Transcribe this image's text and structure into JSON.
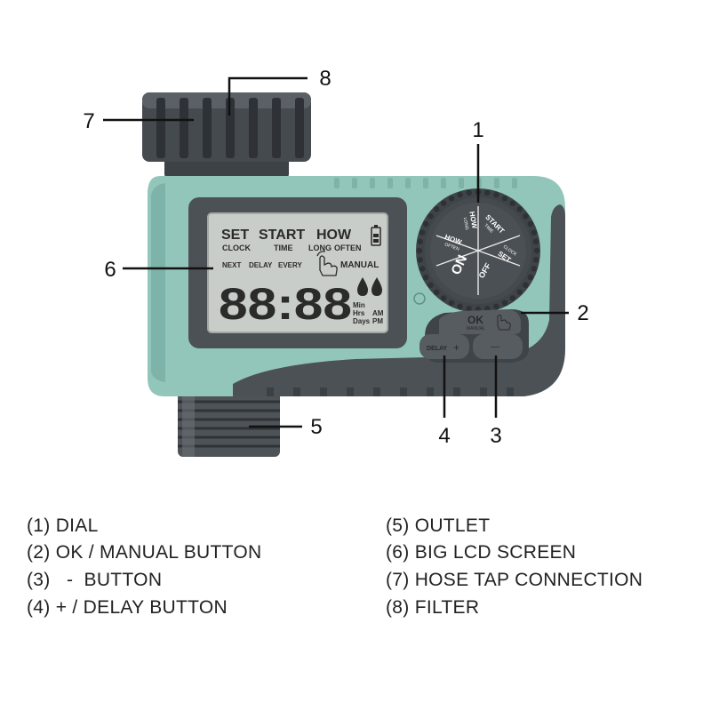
{
  "callouts": [
    "1",
    "2",
    "3",
    "4",
    "5",
    "6",
    "7",
    "8"
  ],
  "lcd": {
    "row1": [
      "SET",
      "START",
      "HOW"
    ],
    "row2": [
      "CLOCK",
      "TIME",
      "LONG",
      "OFTEN"
    ],
    "row3": [
      "NEXT",
      "DELAY",
      "EVERY"
    ],
    "manual": "MANUAL",
    "digits": "88:88",
    "units": [
      "Min",
      "Hrs",
      "AM",
      "Days",
      "PM"
    ]
  },
  "dial": {
    "labels": [
      "HOW",
      "LONG",
      "START",
      "TIME",
      "SET",
      "CLOCK",
      "OFF",
      "ON",
      "HOW",
      "OFTEN"
    ]
  },
  "buttons": {
    "ok": "OK",
    "ok_sub": "MANUAL",
    "delay": "DELAY",
    "plus": "+",
    "minus": "—"
  },
  "legend": [
    "(1) DIAL",
    "(2) OK / MANUAL BUTTON",
    "(3)   -  BUTTON",
    "(4) + / DELAY BUTTON",
    "(5) OUTLET",
    "(6) BIG LCD SCREEN",
    "(7) HOSE TAP CONNECTION",
    "(8) FILTER"
  ]
}
